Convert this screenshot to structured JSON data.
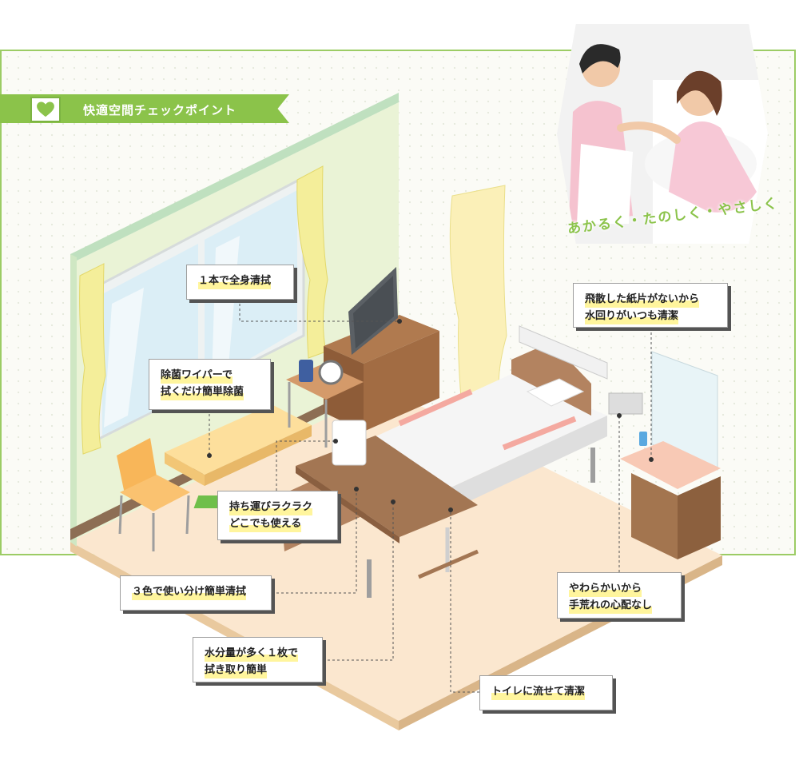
{
  "banner": {
    "title": "快適空間チェックポイント",
    "icon": "heart-icon",
    "color": "#8bc34a"
  },
  "tagline": "あかるく・たのしく・やさしく",
  "callouts": {
    "full_body": [
      "１本で全身清拭"
    ],
    "wiper": [
      "除菌ワイパーで",
      "拭くだけ簡単除菌"
    ],
    "portable": [
      "持ち運びラクラク",
      "どこでも使える"
    ],
    "three_colors": [
      "３色で使い分け簡単清拭"
    ],
    "moisture": [
      "水分量が多く１枚で",
      "拭き取り簡単"
    ],
    "no_scatter": [
      "飛散した紙片がないから",
      "水回りがいつも清潔"
    ],
    "soft": [
      "やわらかいから",
      "手荒れの心配なし"
    ],
    "flushable": [
      "トイレに流せて清潔"
    ]
  },
  "colors": {
    "accent": "#8bc34a",
    "highlight": "#fff59d",
    "shadow": "#545454"
  }
}
